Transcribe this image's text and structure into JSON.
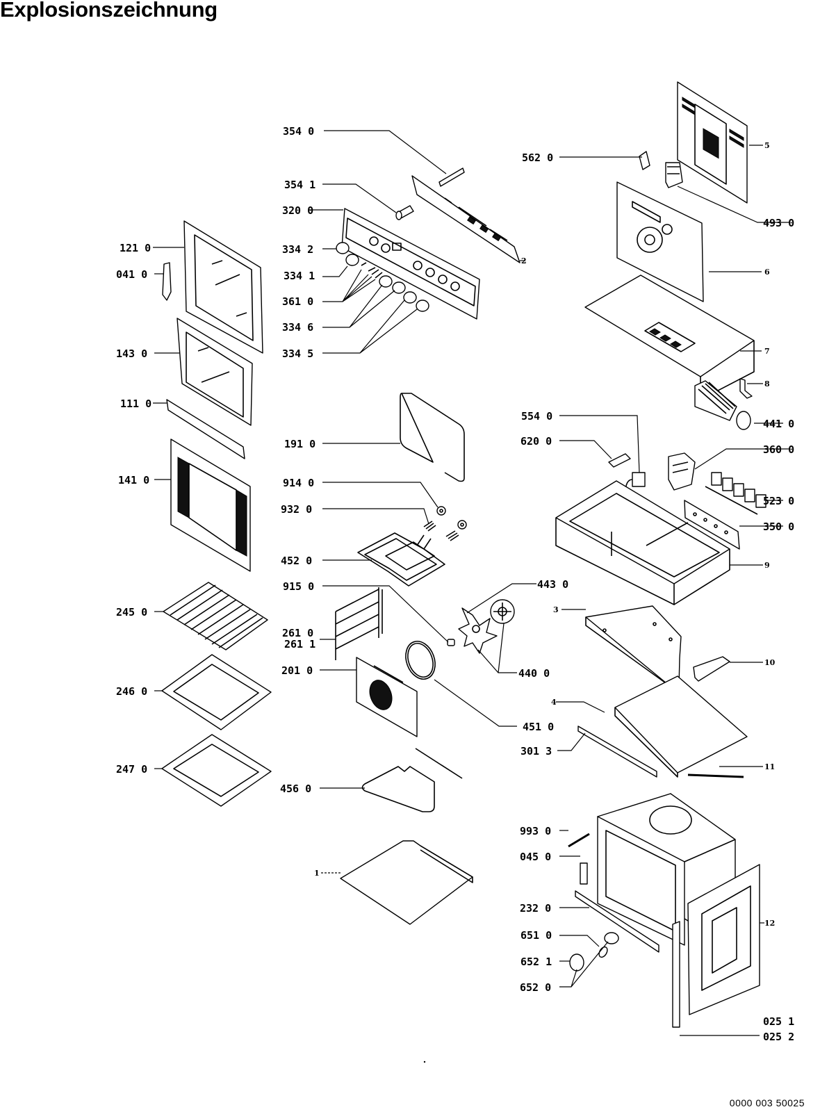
{
  "title": "Explosionszeichnung",
  "document_number": "0000 003 50025",
  "callouts": {
    "c3540": "354 0",
    "c3541": "354 1",
    "c3200": "320 0",
    "c3342": "334 2",
    "c3341": "334 1",
    "c3610": "361 0",
    "c3346": "334 6",
    "c3345": "334 5",
    "c1210": "121 0",
    "c0410": "041 0",
    "c1430": "143 0",
    "c1110": "111 0",
    "c1410": "141 0",
    "c1910": "191 0",
    "c9140": "914 0",
    "c9320": "932 0",
    "c4520": "452 0",
    "c9150": "915 0",
    "c2450": "245 0",
    "c2610": "261 0",
    "c2611": "261 1",
    "c2010": "201 0",
    "c2460": "246 0",
    "c2470": "247 0",
    "c4560": "456 0",
    "c4430": "443 0",
    "c4400": "440 0",
    "c4510": "451 0",
    "c3013": "301 3",
    "c5620": "562 0",
    "c4930": "493 0",
    "c4410": "441 0",
    "c5540": "554 0",
    "c6200": "620 0",
    "c3600": "360 0",
    "c5230": "523 0",
    "c3500": "350 0",
    "c9930": "993 0",
    "c0450": "045 0",
    "c2320": "232 0",
    "c6510": "651 0",
    "c6521": "652 1",
    "c6520": "652 0",
    "c0251": "025 1",
    "c0252": "025 2"
  },
  "position_numbers": {
    "p1": "1",
    "p2": "2",
    "p3": "3",
    "p4": "4",
    "p5": "5",
    "p6": "6",
    "p7": "7",
    "p8": "8",
    "p9": "9",
    "p10": "10",
    "p11": "11",
    "p12": "12"
  }
}
